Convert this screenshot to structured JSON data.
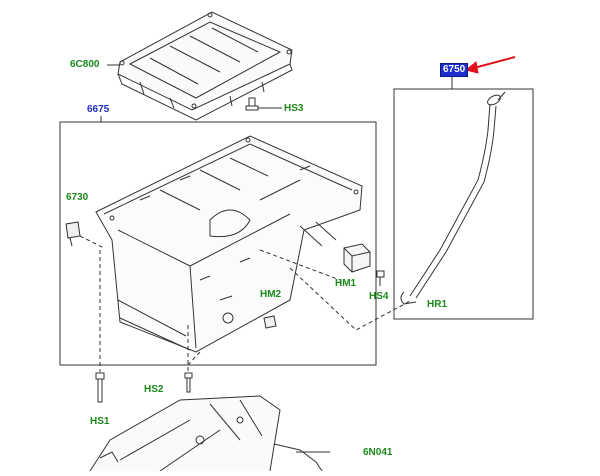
{
  "labels": {
    "c6c800": "6C800",
    "c6675": "6675",
    "hs3": "HS3",
    "c6750": "6750",
    "c6730": "6730",
    "hm1": "HM1",
    "hs4": "HS4",
    "hr1": "HR1",
    "hm2": "HM2",
    "hs2": "HS2",
    "hs1": "HS1",
    "c6n041": "6N041"
  },
  "colors": {
    "part_number_green": "#1a8a1a",
    "part_number_blue": "#2030c0",
    "highlight_box": "#1e2fd0",
    "arrow": "#e0101a",
    "line_art": "#333333"
  }
}
